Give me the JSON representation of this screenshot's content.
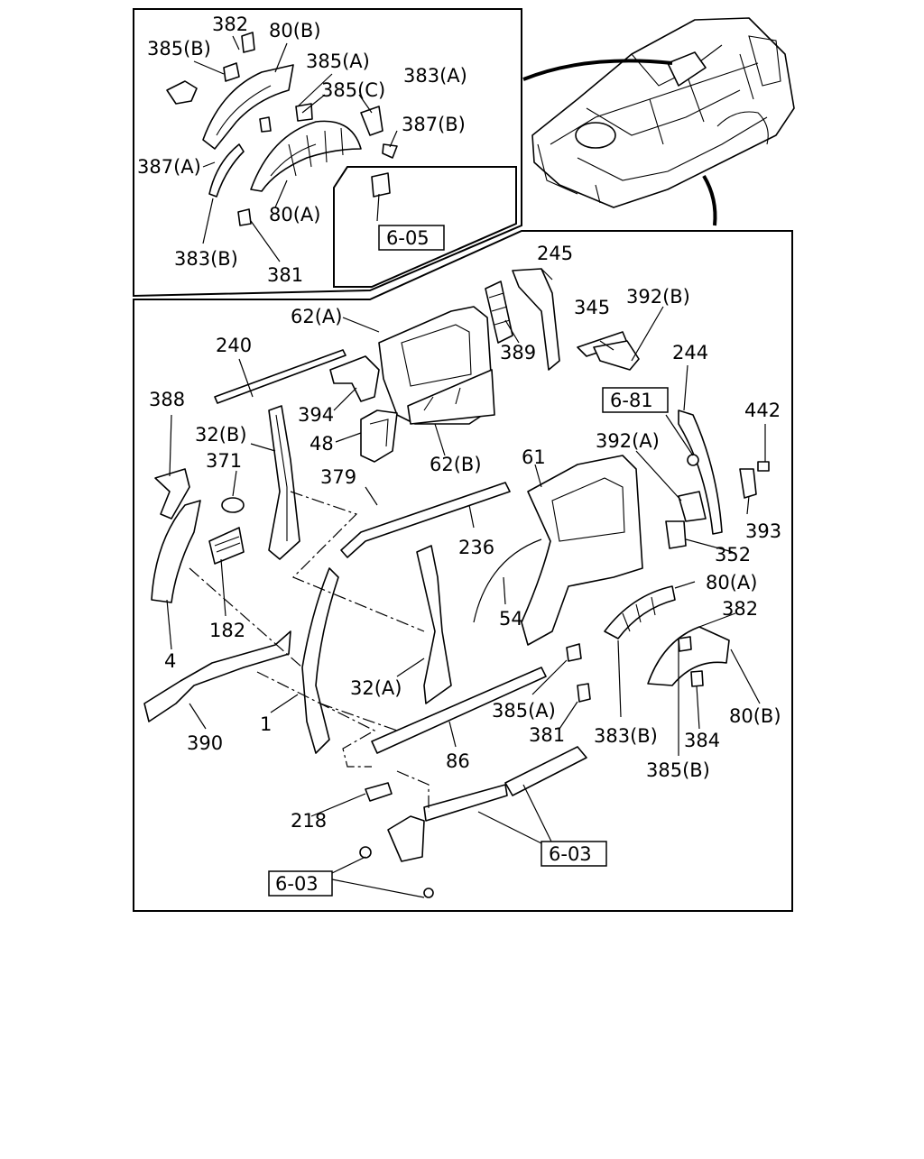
{
  "callouts": {
    "inset": {
      "c382": "382",
      "c385b": "385(B)",
      "c80b": "80(B)",
      "c385a": "385(A)",
      "c383a": "383(A)",
      "c385c": "385(C)",
      "c387b": "387(B)",
      "c387a": "387(A)",
      "c80a": "80(A)",
      "c383b": "383(B)",
      "c381": "381"
    },
    "main": {
      "c62a": "62(A)",
      "c245": "245",
      "c345": "345",
      "c392b": "392(B)",
      "c240": "240",
      "c389": "389",
      "c244": "244",
      "c388": "388",
      "c394": "394",
      "c442": "442",
      "c48": "48",
      "c32b": "32(B)",
      "c62b": "62(B)",
      "c61": "61",
      "c392a": "392(A)",
      "c371": "371",
      "c379": "379",
      "c393": "393",
      "c236": "236",
      "c352": "352",
      "c80a": "80(A)",
      "c182": "182",
      "c54": "54",
      "c382": "382",
      "c4": "4",
      "c32a": "32(A)",
      "c385a": "385(A)",
      "c1": "1",
      "c381": "381",
      "c383b": "383(B)",
      "c80b": "80(B)",
      "c390": "390",
      "c384": "384",
      "c86": "86",
      "c385b": "385(B)",
      "c218": "218"
    }
  },
  "references": {
    "r605": "6-05",
    "r681": "6-81",
    "r603_right": "6-03",
    "r603_left": "6-03"
  }
}
